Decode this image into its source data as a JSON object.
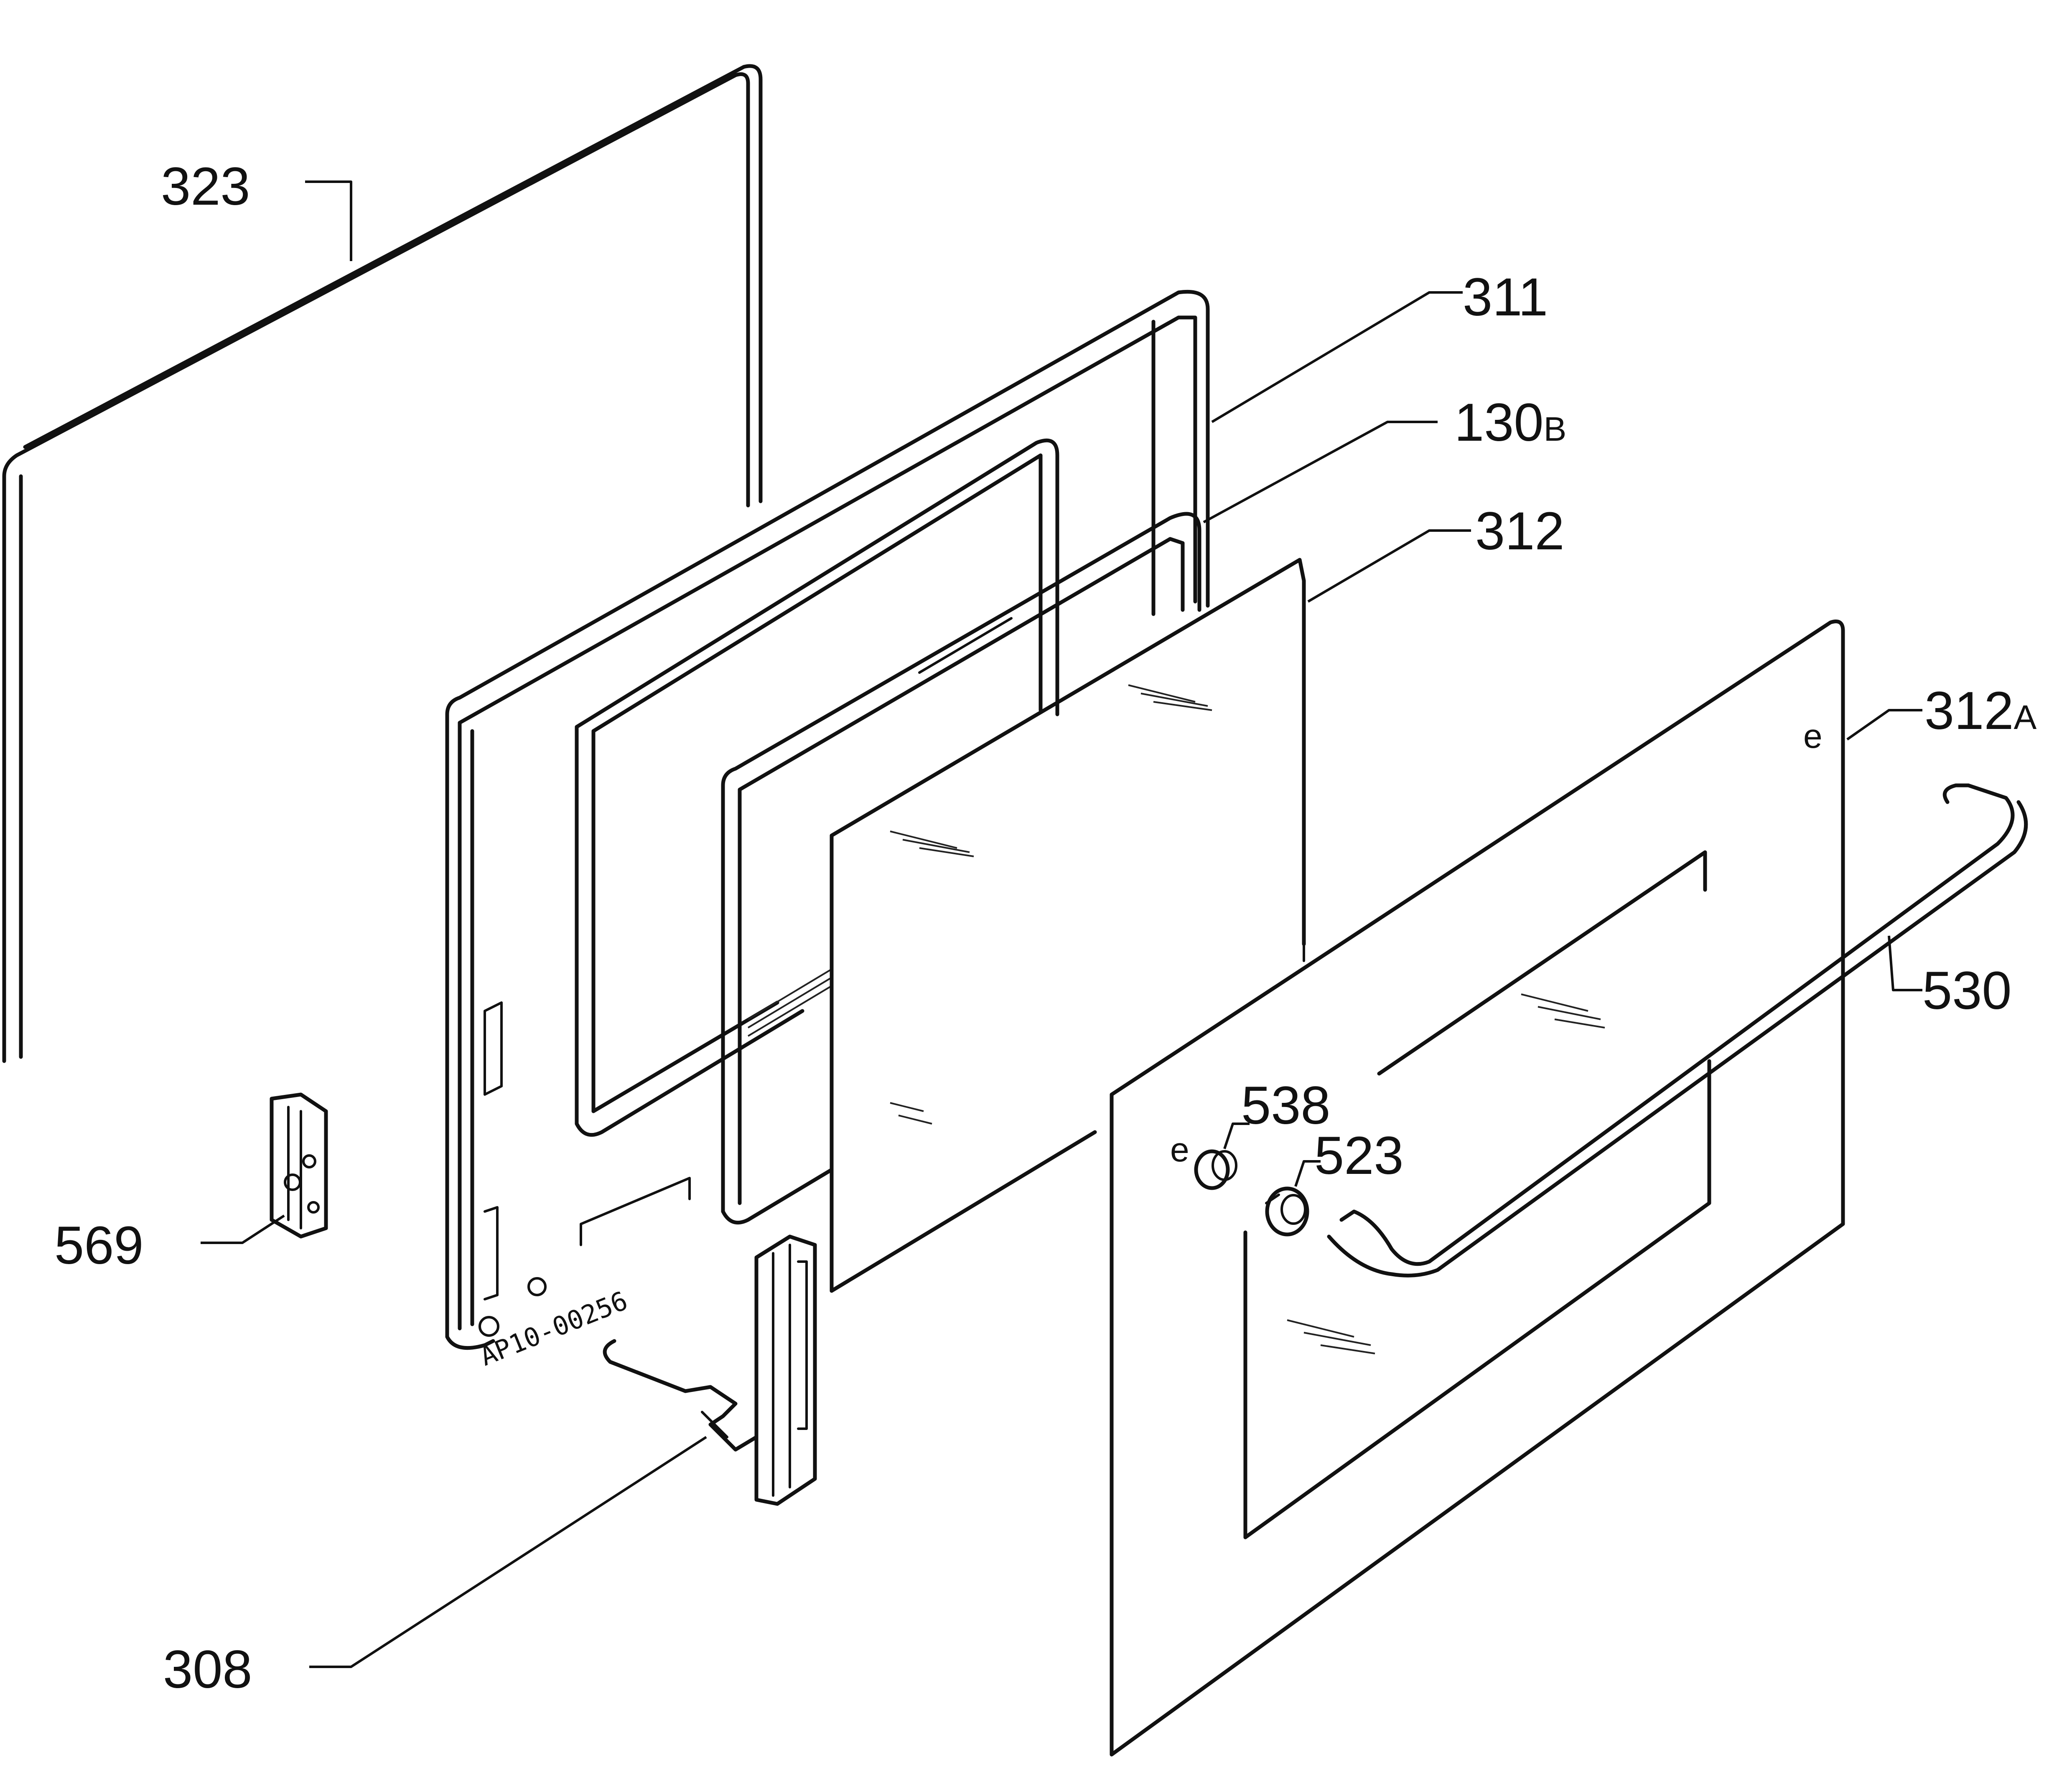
{
  "drawing_id": "AP10-00256",
  "parts": [
    {
      "id": "323",
      "number": "323"
    },
    {
      "id": "311",
      "number": "311"
    },
    {
      "id": "130B",
      "number": "130",
      "suffix": "B"
    },
    {
      "id": "312",
      "number": "312"
    },
    {
      "id": "312A",
      "number": "312",
      "suffix": "A"
    },
    {
      "id": "530",
      "number": "530"
    },
    {
      "id": "538",
      "number": "538"
    },
    {
      "id": "523",
      "number": "523"
    },
    {
      "id": "569",
      "number": "569"
    },
    {
      "id": "308",
      "number": "308"
    }
  ]
}
